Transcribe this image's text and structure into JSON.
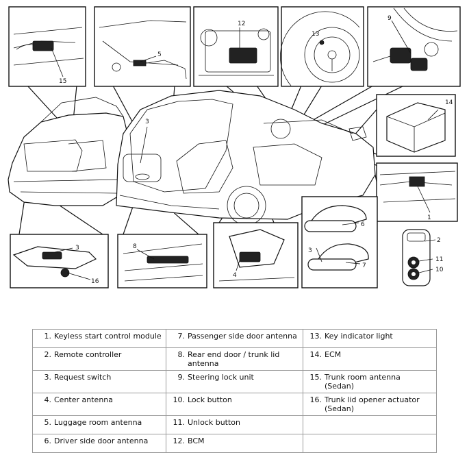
{
  "callouts": {
    "n1": "1",
    "n2": "2",
    "n3": "3",
    "n4": "4",
    "n5": "5",
    "n6": "6",
    "n7": "7",
    "n8": "8",
    "n9": "9",
    "n10": "10",
    "n11": "11",
    "n12": "12",
    "n13": "13",
    "n14": "14",
    "n15": "15",
    "n16": "16"
  },
  "legend": {
    "rows": [
      [
        {
          "num": "1.",
          "text": "Keyless start control module"
        },
        {
          "num": "7.",
          "text": "Passenger side door antenna"
        },
        {
          "num": "13.",
          "text": "Key indicator light"
        }
      ],
      [
        {
          "num": "2.",
          "text": "Remote controller"
        },
        {
          "num": "8.",
          "text": "Rear end door / trunk lid antenna"
        },
        {
          "num": "14.",
          "text": "ECM"
        }
      ],
      [
        {
          "num": "3.",
          "text": "Request switch"
        },
        {
          "num": "9.",
          "text": "Steering lock unit"
        },
        {
          "num": "15.",
          "text": "Trunk room antenna (Sedan)"
        }
      ],
      [
        {
          "num": "4.",
          "text": "Center antenna"
        },
        {
          "num": "10.",
          "text": "Lock button"
        },
        {
          "num": "16.",
          "text": "Trunk lid opener actuator (Sedan)"
        }
      ],
      [
        {
          "num": "5.",
          "text": "Luggage room antenna"
        },
        {
          "num": "11.",
          "text": "Unlock button"
        },
        {
          "num": "",
          "text": ""
        }
      ],
      [
        {
          "num": "6.",
          "text": "Driver side door antenna"
        },
        {
          "num": "12.",
          "text": "BCM"
        },
        {
          "num": "",
          "text": ""
        }
      ]
    ]
  }
}
